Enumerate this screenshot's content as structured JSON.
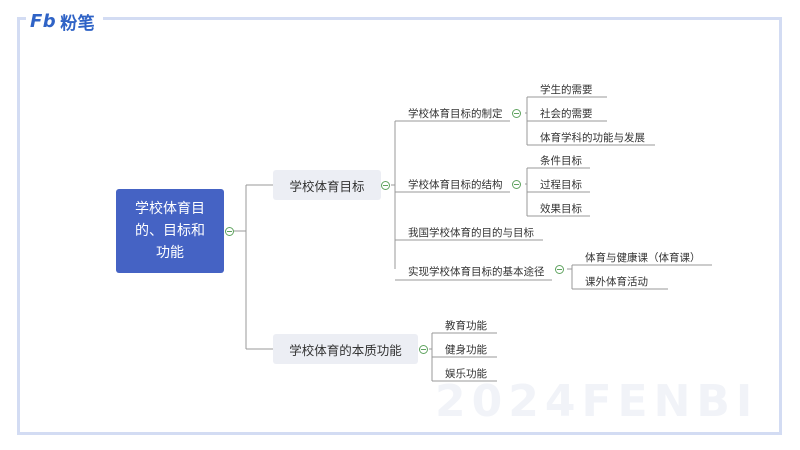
{
  "brand": {
    "logo_mark": "Fb",
    "logo_text": "粉笔",
    "watermark": "2024FENBI"
  },
  "colors": {
    "root_fill": "#4563c4",
    "branch_fill": "#eceef4",
    "line": "#999999",
    "frame": "#d3dcf3",
    "toggle": "#5fa35f"
  },
  "mindmap": {
    "root": "学校体育目的、目标和功能",
    "branch1": {
      "label": "学校体育目标",
      "sub1": {
        "label": "学校体育目标的制定",
        "items": [
          "学生的需要",
          "社会的需要",
          "体育学科的功能与发展"
        ]
      },
      "sub2": {
        "label": "学校体育目标的结构",
        "items": [
          "条件目标",
          "过程目标",
          "效果目标"
        ]
      },
      "sub3": {
        "label": "我国学校体育的目的与目标"
      },
      "sub4": {
        "label": "实现学校体育目标的基本途径",
        "items": [
          "体育与健康课（体育课）",
          "课外体育活动"
        ]
      }
    },
    "branch2": {
      "label": "学校体育的本质功能",
      "items": [
        "教育功能",
        "健身功能",
        "娱乐功能"
      ]
    }
  }
}
